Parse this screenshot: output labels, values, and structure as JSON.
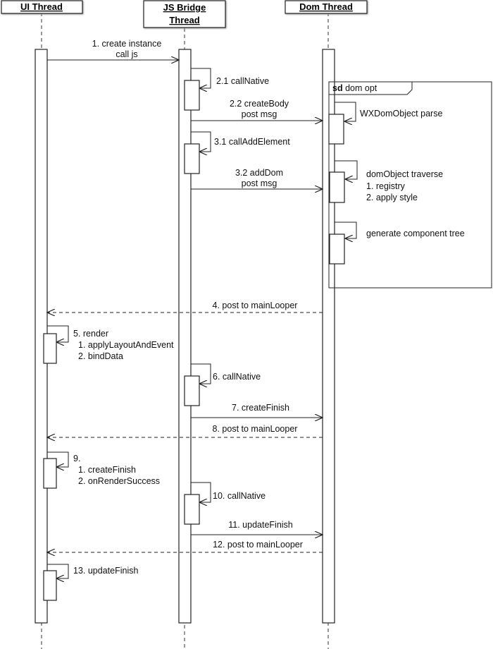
{
  "participants": {
    "ui": "UI Thread",
    "js_line1": "JS Bridge",
    "js_line2": "Thread",
    "dom": "Dom Thread"
  },
  "frame": {
    "keyword": "sd",
    "name": "dom opt"
  },
  "messages": {
    "m1_a": "1. create instance",
    "m1_b": "call js",
    "m21": "2.1 callNative",
    "m22_a": "2.2 createBody",
    "m22_b": "post msg",
    "m31": "3.1 callAddElement",
    "m32_a": "3.2 addDom",
    "m32_b": "post msg",
    "parse": "WXDomObject parse",
    "trav_a": "domObject traverse",
    "trav_b": "1. registry",
    "trav_c": "2. apply style",
    "gen": "generate component tree",
    "m4": "4. post to mainLooper",
    "m5_a": "5. render",
    "m5_b": "1. applyLayoutAndEvent",
    "m5_c": "2. bindData",
    "m6": "6. callNative",
    "m7": "7. createFinish",
    "m8": "8. post to mainLooper",
    "m9_a": "9.",
    "m9_b": "1. createFinish",
    "m9_c": "2. onRenderSuccess",
    "m10": "10. callNative",
    "m11": "11. updateFinish",
    "m12": "12. post to mainLooper",
    "m13": "13. updateFinish"
  }
}
